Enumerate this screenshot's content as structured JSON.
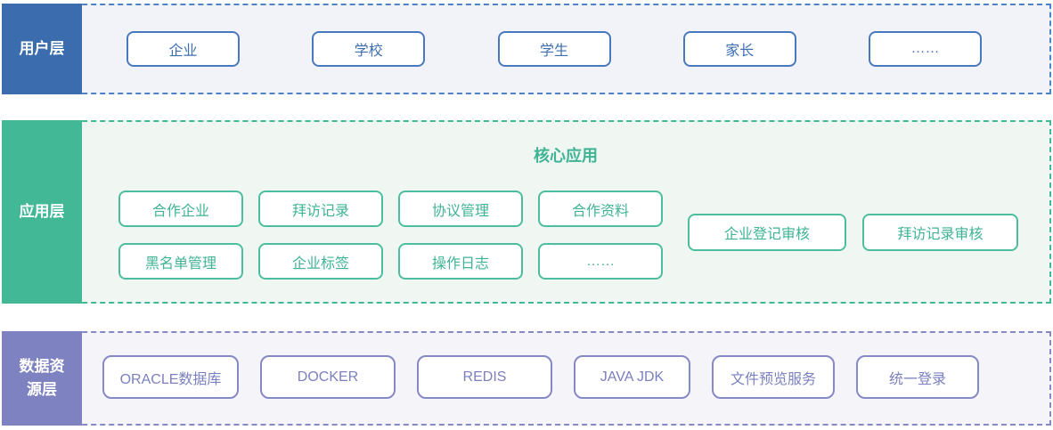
{
  "diagram_title": "核心应用",
  "colors": {
    "user_layer_accent": "#3a6cae",
    "user_layer_border": "#4d82c6",
    "user_layer_bg": "#f2f3f8",
    "user_layer_text": "#3d6fb2",
    "app_layer_accent": "#42b897",
    "app_layer_bg": "#f0f6f2",
    "app_layer_text": "#3fb394",
    "data_layer_accent": "#7e82c0",
    "data_layer_border": "#8589c6",
    "data_layer_bg": "#f4f4f9",
    "data_layer_text": "#7b80bf",
    "pill_bg": "#ffffff"
  },
  "layers": {
    "user": {
      "label": "用户层",
      "items": [
        "企业",
        "学校",
        "学生",
        "家长",
        "……"
      ]
    },
    "app": {
      "label": "应用层",
      "title": "核心应用",
      "modules": [
        "合作企业",
        "拜访记录",
        "协议管理",
        "合作资料",
        "黑名单管理",
        "企业标签",
        "操作日志",
        "……"
      ],
      "audits": [
        "企业登记审核",
        "拜访记录审核"
      ]
    },
    "data": {
      "label": "数据资源层",
      "items": [
        "ORACLE数据库",
        "DOCKER",
        "REDIS",
        "JAVA JDK",
        "文件预览服务",
        "统一登录"
      ]
    }
  }
}
